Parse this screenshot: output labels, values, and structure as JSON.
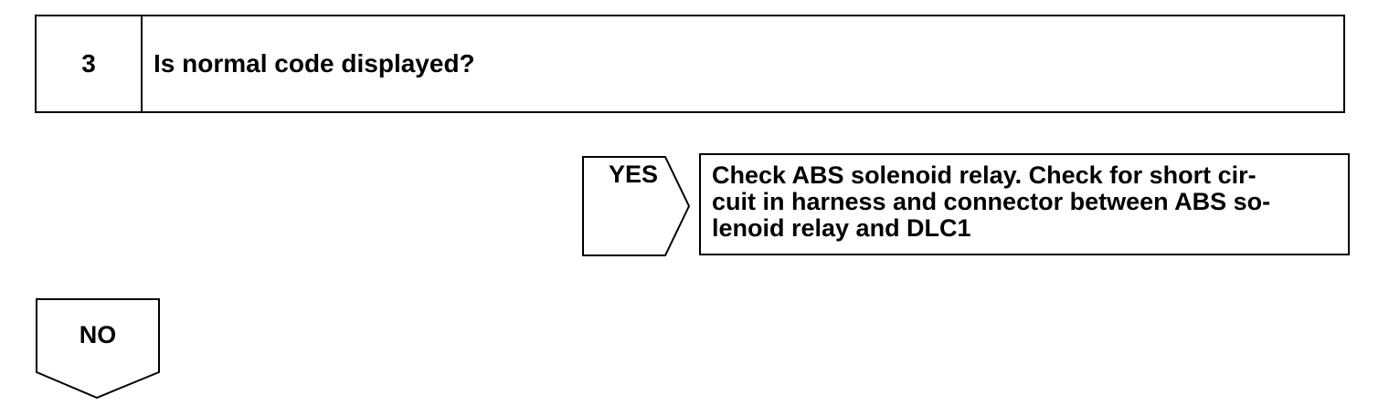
{
  "step": {
    "number": "3",
    "question": "Is normal code displayed?"
  },
  "yes_branch": {
    "label": "YES",
    "action_lines": [
      "Check ABS solenoid relay. Check for short cir-",
      "cuit in harness and connector between ABS so-",
      "lenoid relay and DLC1"
    ]
  },
  "no_branch": {
    "label": "NO"
  }
}
